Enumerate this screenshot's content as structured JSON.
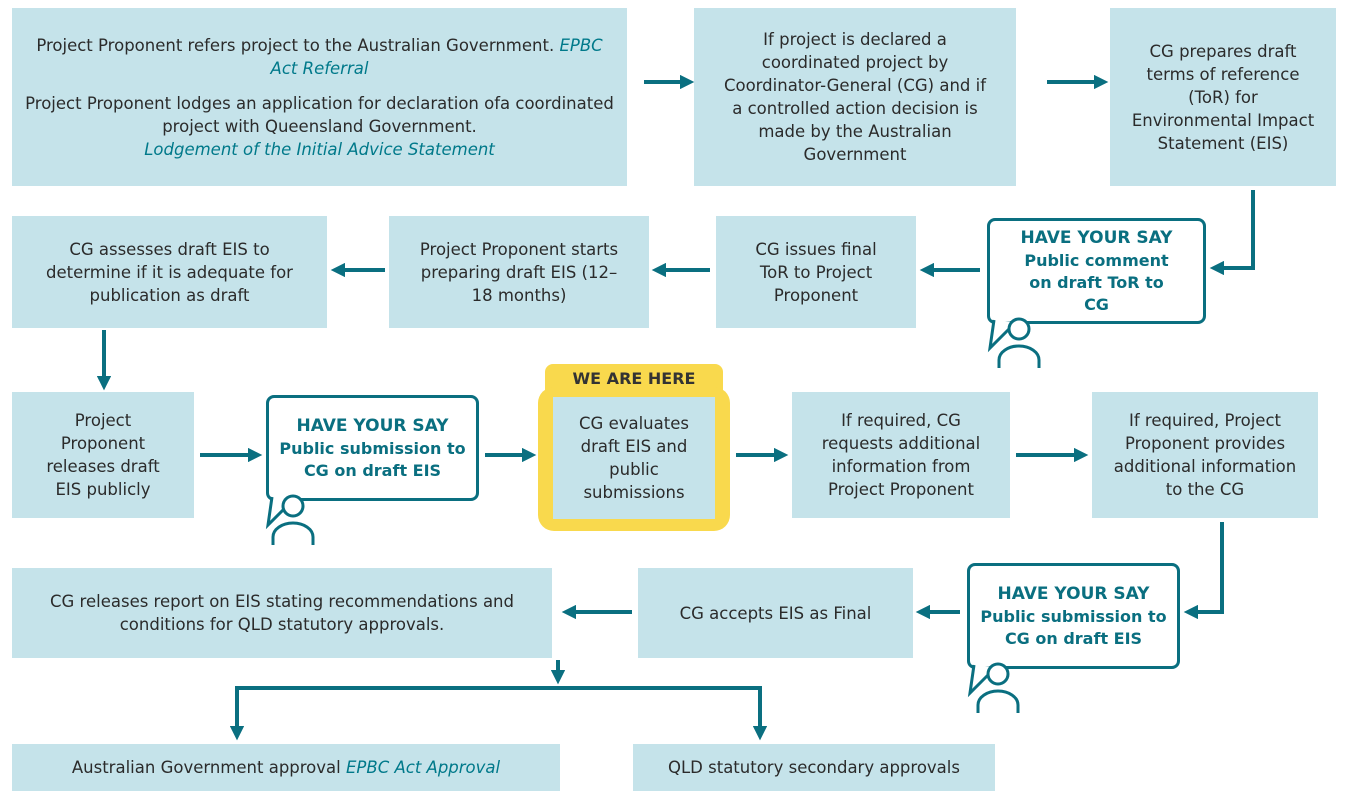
{
  "colors": {
    "box": "#c5e3ea",
    "teal": "#0a6f80",
    "link": "#00798a",
    "highlight": "#f9d94d"
  },
  "boxes": {
    "referral": {
      "line1": "Project Proponent refers project to the Australian Government.",
      "link1": "EPBC Act Referral",
      "line2": "Project Proponent lodges an application for declaration ofa coordinated project with Queensland Government.",
      "link2": "Lodgement of the Initial Advice Statement"
    },
    "declared": "If project is declared a coordinated project by Coordinator-General (CG) and if a controlled action decision is made by the Australian Government",
    "draft_tor": "CG prepares draft terms of reference (ToR) for Environmental Impact Statement (EIS)",
    "final_tor": "CG issues final ToR to Project Proponent",
    "preparing": "Project Proponent starts preparing draft EIS (12–18 months)",
    "assesses": "CG assesses draft EIS to determine if it is adequate for publication as draft",
    "releases_draft": "Project Proponent releases draft EIS publicly",
    "evaluates": "CG evaluates draft EIS and public submissions",
    "requests": "If required, CG requests additional information from Project Proponent",
    "provides": "If required, Project Proponent provides additional information to the CG",
    "accepts": "CG accepts EIS as Final",
    "report": "CG releases report on EIS stating recommendations and conditions for QLD statutory approvals.",
    "aus_approval": {
      "text": "Australian Government approval",
      "link": "EPBC Act Approval"
    },
    "qld_approval": "QLD statutory secondary approvals"
  },
  "have_your_say": [
    {
      "title": "HAVE YOUR SAY",
      "body": "Public comment on draft ToR to CG"
    },
    {
      "title": "HAVE YOUR SAY",
      "body": "Public submission to CG on draft EIS"
    },
    {
      "title": "HAVE YOUR SAY",
      "body": "Public submission to CG on draft EIS"
    }
  ],
  "we_are_here": "WE ARE HERE"
}
